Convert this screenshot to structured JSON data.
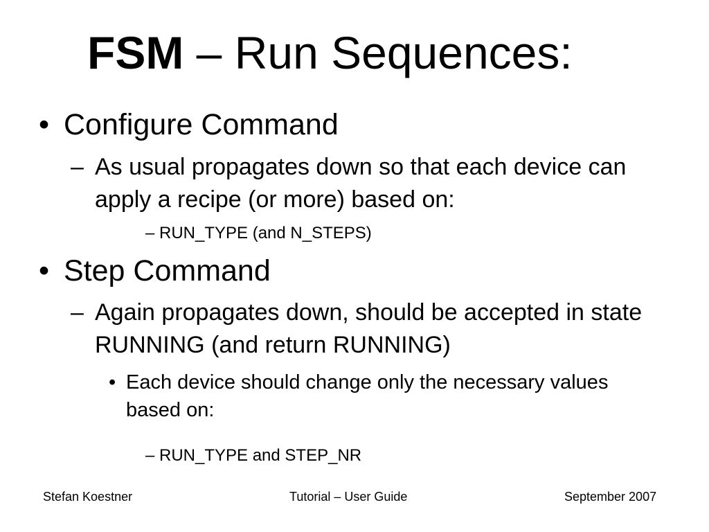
{
  "title": {
    "bold": "FSM",
    "rest": " – Run Sequences:"
  },
  "items": [
    {
      "bullet": "•",
      "label": "Configure Command",
      "sub": {
        "marker": "–",
        "text": "As usual propagates down so that each device can apply a recipe (or more) based on:",
        "detail": "– RUN_TYPE (and N_STEPS)"
      }
    },
    {
      "bullet": "•",
      "label": "Step Command",
      "sub": {
        "marker": "–",
        "text": "Again propagates down, should be accepted in state RUNNING (and return RUNNING)",
        "subsub": {
          "bullet": "•",
          "text": "Each device should change only the necessary values based on:"
        },
        "detail": "– RUN_TYPE and STEP_NR"
      }
    }
  ],
  "footer": {
    "author": "Stefan Koestner",
    "center": "Tutorial – User Guide",
    "date": "September 2007"
  }
}
